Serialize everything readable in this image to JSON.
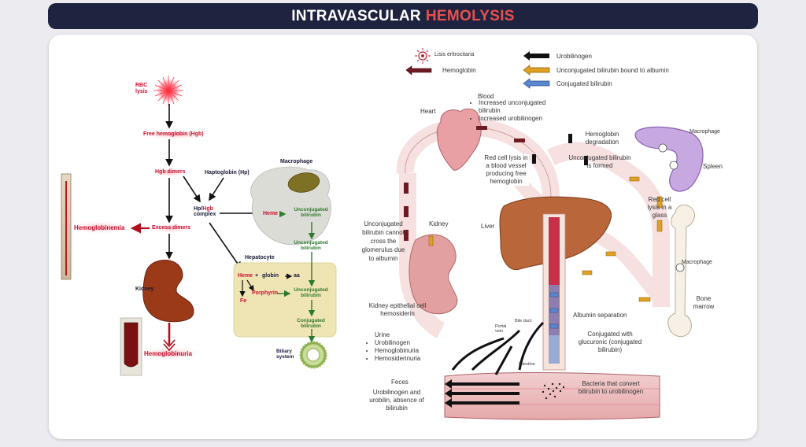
{
  "header": {
    "title_part1": "INTRAVASCULAR",
    "title_part2": "HEMOLYSIS"
  },
  "colors": {
    "header_bg": "#1e2340",
    "accent": "#e8504e",
    "red": "#c8102e",
    "green": "#2e7a2e",
    "hepatocyte_bg": "#efe4b4"
  },
  "left": {
    "rbc_lysis": "RBC lysis",
    "free_hgb": "Free hemoglobin (Hgb)",
    "hgb_dimers": "Hgb dimers",
    "haptoglobin": "Haptoglobin (Hp)",
    "hp_hgb_1": "Hp/",
    "hp_hgb_2": "Hgb",
    "complex": "complex",
    "macrophage": "Macrophage",
    "heme_macro": "Heme",
    "unconj_bili_macro": "Unconjugated bilirubin",
    "unconj_bili_2": "Unconjugated bilirubin",
    "hemoglobinemia": "Hemoglobinemia",
    "excess_dimers": "Excess dimers",
    "hepatocyte": "Hepatocyte",
    "heme_hep": "Heme",
    "plus": "+",
    "globin": "globin",
    "aa": "aa",
    "fe": "Fe",
    "porphyrin": "Porphyrin",
    "unconj_bili_hep": "Unconjugated bilirubin",
    "conj_bili": "Conjugated bilirubin",
    "kidney": "Kidney",
    "hemoglobinuria": "Hemoglobinuria",
    "biliary": "Biliary system"
  },
  "legend": {
    "lisis": "Lisis eritrocitaria",
    "hemoglobin": "Hemoglobin",
    "urobilinogen": "Urobilinogen",
    "unconj_albumin": "Unconjugated bilirubin bound to albumin",
    "conj_bili": "Conjugated bilirubin"
  },
  "right": {
    "heart": "Heart",
    "blood_title": "Blood",
    "blood_b1": "Increased unconjugated bilirubin",
    "blood_b2": "Increased urobilinogen",
    "red_cell_vessel": "Red cell lysis in a blood vessel producing free hemoglobin",
    "hgb_degradation": "Hemoglobin degradation",
    "unconj_formed": "Unconjugated bilirubin is formed",
    "macrophage_top": "Macrophage",
    "spleen": "Spleen",
    "red_cell_glass": "Red cell lysis in a glass",
    "kidney": "Kidney",
    "unconj_glom": "Unconjugated bilirubin cannot cross the glomerulus due to albumin",
    "liver": "Liver",
    "macrophage_bone": "Macrophage",
    "bone_marrow": "Bone marrow",
    "kidney_epi": "Kidney epithelial cell hemosiderin",
    "albumin_sep": "Albumin separation",
    "portal_vein": "Portal vein",
    "bile_duct": "Bile duct",
    "urine_title": "Urine",
    "urine_b1": "Urobilinogen",
    "urine_b2": "Hemoglobinuria",
    "urine_b3": "Hemosiderinuria",
    "conj_gluc": "Conjugated with glucuronic (conjugated bilirubin)",
    "intestine": "Intestine",
    "feces_title": "Feces",
    "feces_text": "Urobilinogen and urobilin, absence of bilirubin",
    "bacteria": "Bacteria that convert bilirubin to urobilinogen"
  }
}
